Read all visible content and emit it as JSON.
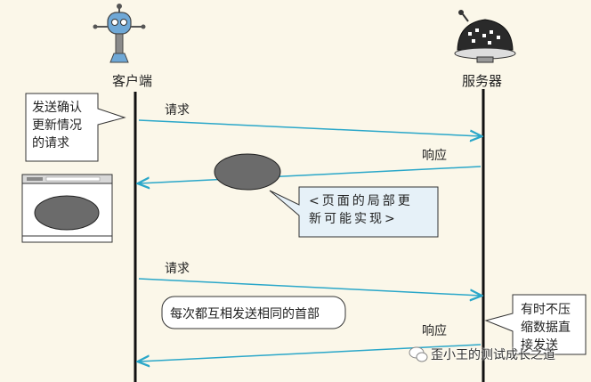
{
  "client": {
    "label": "客户端",
    "icon": "robot-client-icon"
  },
  "server": {
    "label": "服务器",
    "icon": "robot-server-icon"
  },
  "notes": {
    "client_request": "发送确认\n更新情况\n的请求",
    "partial_update": "<页面的局部更\n新可能实现>",
    "same_headers": "每次都互相发送相同的首部",
    "server_push": "有时不压\n缩数据直\n接发送"
  },
  "messages": {
    "request1": "请求",
    "response1": "响应",
    "request2": "请求",
    "response2": "响应"
  },
  "watermark": {
    "text": "歪小王的测试成长之道",
    "icon": "wechat-icon"
  },
  "colors": {
    "arrow": "#2aa7c9",
    "line": "#111111",
    "blob": "#6b6b6b",
    "note_blue": "#e6f1f8"
  }
}
